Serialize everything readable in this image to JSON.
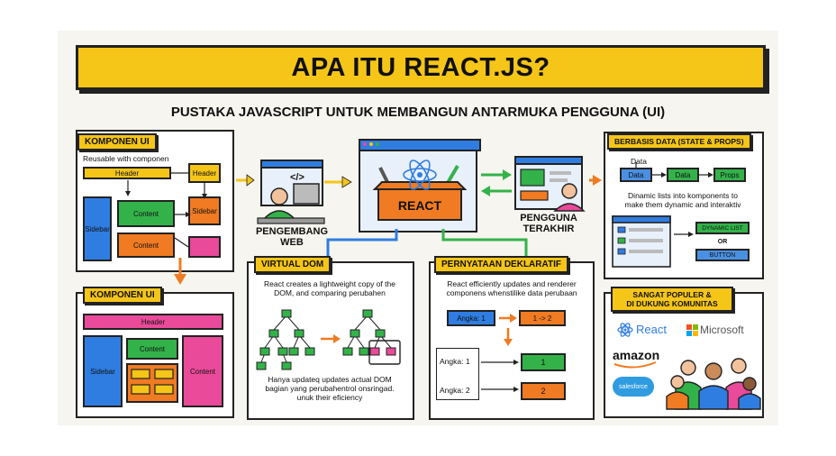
{
  "title": "APA ITU REACT.JS?",
  "subtitle": "PUSTAKA JAVASCRIPT UNTUK MEMBANGUN ANTARMUKA PENGGUNA  (UI)",
  "komponen_top": {
    "tag": "KOMPONEN UI",
    "note": "Reusable with componen",
    "header": "Header",
    "header2": "Header",
    "sidebar": "Sidebar",
    "sidebar2": "Sidebar",
    "content1": "Content",
    "content2": "Content"
  },
  "komponen_bottom": {
    "tag": "KOMPONEN UI",
    "header": "Header",
    "sidebar": "Sidebar",
    "content_mid": "Content",
    "content_right": "Content"
  },
  "developer": {
    "label1": "PENGEMBANG",
    "label2": "WEB",
    "code_glyph": "</>"
  },
  "react_box": {
    "label": "REACT"
  },
  "end_user": {
    "label1": "PENGGUNA",
    "label2": "TERAKHIR"
  },
  "data_panel": {
    "tag": "BERBASIS DATA (STATE & PROPS)",
    "top_label": "Data",
    "box1": "Data",
    "box2": "Data",
    "box3": "Props",
    "desc1": "Dinamic lists into komponents to",
    "desc2": "make them dynamic and interaktiv",
    "dynamic": "DYNAMIC LIST",
    "or": "OR",
    "button": "BUTTON"
  },
  "virtual_dom": {
    "tag": "VIRTUAL DOM",
    "desc1": "React creates a lightweight copy of the",
    "desc2": "DOM, and comparing perubahen",
    "foot1": "Hanya updateq updates actual DOM",
    "foot2": "bagian yang perubahentrol onsringad.",
    "foot3": "unuk their eficiency"
  },
  "declarative": {
    "tag": "PERNYATAAN DEKLARATIF",
    "desc1": "React efficiently updates and renderer",
    "desc2": "componens whenstilike data perubaan",
    "angka1": "Angka: 1",
    "arrow_box": "1 -> 2",
    "angka1b": "Angka: 1",
    "angka2": "Angka: 2",
    "val1": "1",
    "val2": "2"
  },
  "popular": {
    "tag1": "SANGAT POPULER &",
    "tag2": "DI DUKUNG KOMUNITAS",
    "react": "React",
    "microsoft": "Microsoft",
    "amazon": "amazon",
    "salesforce": "salesforce"
  },
  "colors": {
    "yellow": "#f5c518",
    "blue": "#2f7de1",
    "green": "#33b24a",
    "orange": "#f07b22",
    "pink": "#e94a9a"
  }
}
